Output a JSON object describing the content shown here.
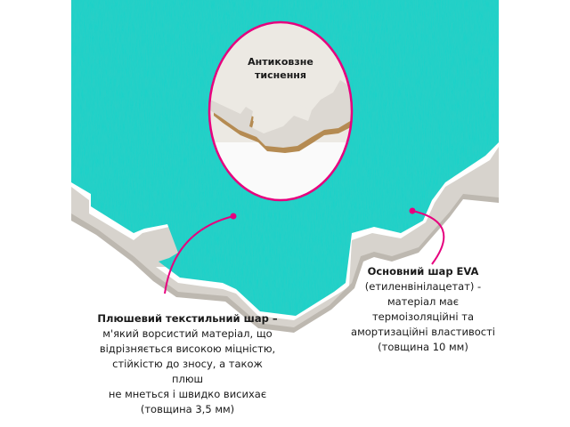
{
  "colors": {
    "plush": "#1ed3c9",
    "plush_dark": "#12b8ae",
    "foam": "#d7d3cd",
    "foam_shadow": "#b9b4ac",
    "accent": "#e6007e",
    "background": "#ffffff",
    "inset_bg": "#ece9e3",
    "cork": "#b58b52"
  },
  "inset": {
    "label_line1": "Антиковзне",
    "label_line2": "тиснення"
  },
  "callout_plush": {
    "title": "Плюшевий текстильний шар –",
    "lines": [
      "м'який ворсистий матеріал, що",
      "відрізняється високою міцністю,",
      "стійкістю до зносу, а також плюш",
      "не мнеться і швидко висихає",
      "(товщина 3,5 мм)"
    ]
  },
  "callout_eva": {
    "title": "Основний шар EVA",
    "lines": [
      "(етиленвінілацетат) -",
      "матеріал  має",
      "термоізоляційні та",
      "амортизаційні властивості",
      "(товщина 10 мм)"
    ]
  }
}
